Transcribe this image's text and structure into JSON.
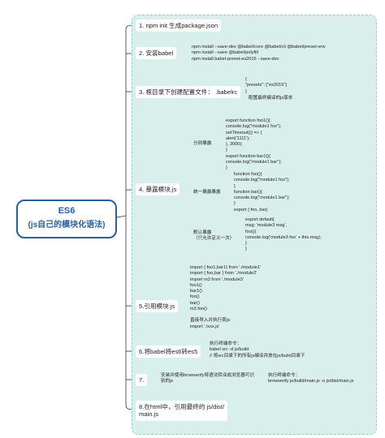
{
  "root": {
    "title": "ES6",
    "subtitle": "(js自己的模块化语法)"
  },
  "steps": [
    {
      "label": "1. npm init 生成package.json"
    },
    {
      "label": "2. 安装babel",
      "detail": "npm install --save-dev @babel/core @babel/cli @babel/preset-env\nnpm install --save @babel/polyfill\nnpm install babel-preset-es2015 --save-dev"
    },
    {
      "label": "3. 根目录下创建配置文件：  .babelrc",
      "code": "{\n     \"presets\": [\"es2015\"]\n}",
      "note": "配置最终编译的js版本"
    },
    {
      "label": "4. 暴露模块.js",
      "branches": [
        {
          "label": "分别暴露",
          "code": "export function foo1(){\n   console.log(\"module1 foo\");\n   setTimeout(() => {\n      alert('1111');\n   }, 3000);\n}\nexport function bar1(){\n   console.log(\"module1 bar\");\n}"
        },
        {
          "label": "统一暴露暴露",
          "code": "function foo(){\n   console.log(\"module1 foo\");\n}\nfunction bar(){\n   console.log(\"module1 bar\");\n}\nexport { foo, bar}"
        },
        {
          "label": "默认暴露\n（只允许定义一次）",
          "code": "export default{\n   msg: 'module3 msg',\n   foo(){\n      console.log('module3 foo' + this.msg);\n   }\n}"
        }
      ]
    },
    {
      "label": "5.引用模块.js",
      "code": "import { foo1,bar1} from './module1'\nimport { foo,bar } from './module2'\nimport m3 from './module3'\nfoo1()\nbar1()\nfoo()\nbar()\nm3.foo()\n\n直接导入并执行某js:\nimport './xxx.js'"
    },
    {
      "label": "6.将babel将es6转es5",
      "code": "执行终端命令：\nbabel src -d js/build\n// 将src目录下的所有js编译并放在js/build目录下"
    },
    {
      "label": "7.",
      "text": "安装并使用browserify将语法转译成浏览器可识\n别的js",
      "code": "执行终端命令：\nbrowserify js/build/main.js -o js/dist/main.js"
    },
    {
      "label": "8.在html中，引用最终的 js/dist/\nmain.js"
    }
  ],
  "colors": {
    "root_border": "#2a5f9e",
    "panel": "#d9efec",
    "line": "#333333"
  }
}
